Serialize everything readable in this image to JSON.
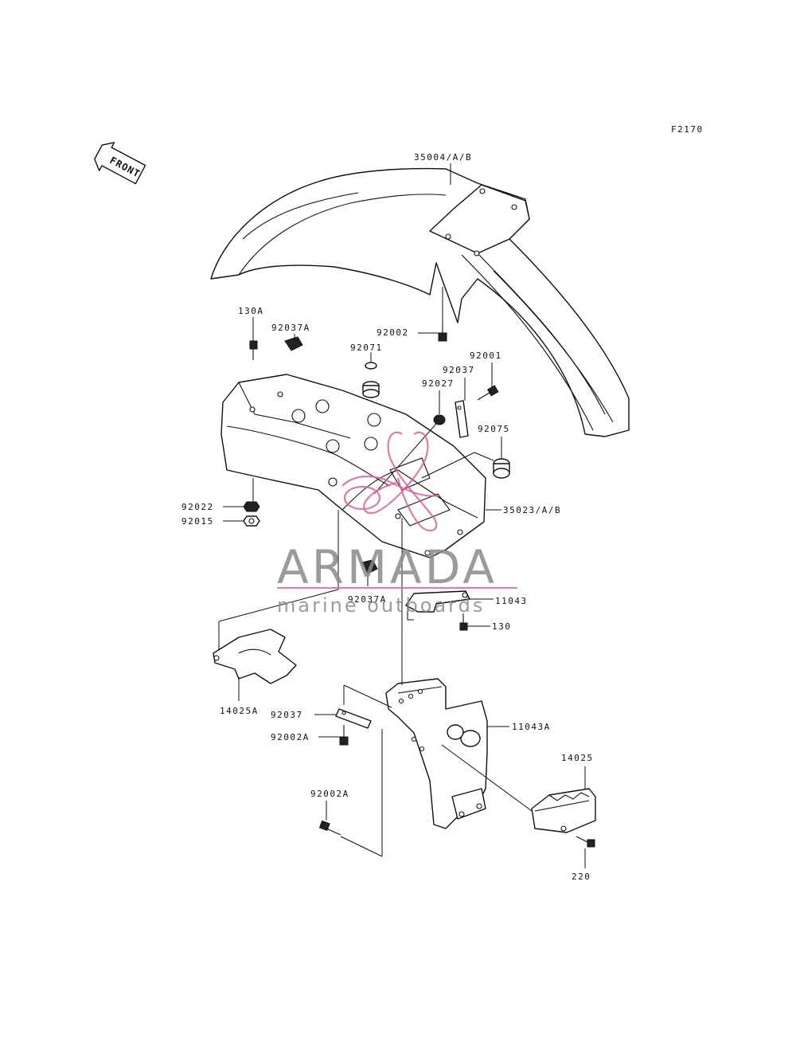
{
  "figure_code": "F2170",
  "front_label": "FRONT",
  "watermark": {
    "brand": "ARMADA",
    "tagline": "marine outboards",
    "accent_color": "#d4669a",
    "text_color": "#8a8a8a"
  },
  "callouts": {
    "p35004": "35004/A/B",
    "p130A": "130A",
    "p92037A_top": "92037A",
    "p92002_top": "92002",
    "p92071": "92071",
    "p92001": "92001",
    "p92037_mid": "92037",
    "p92027": "92027",
    "p92075": "92075",
    "p35023": "35023/A/B",
    "p92022": "92022",
    "p92015": "92015",
    "p92037A_low": "92037A",
    "p11043": "11043",
    "p130": "130",
    "p14025A": "14025A",
    "p92037_low": "92037",
    "p92002A_a": "92002A",
    "p11043A": "11043A",
    "p14025": "14025",
    "p92002A_b": "92002A",
    "p220": "220"
  }
}
